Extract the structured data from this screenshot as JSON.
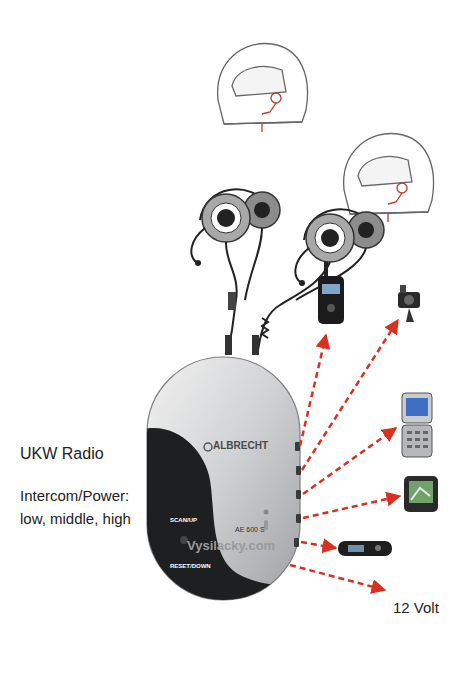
{
  "diagram": {
    "nodes": [
      {
        "text": [
          "ALBRECHT",
          "AE 600 S",
          "SCAN/UP",
          "RESET/DOWN",
          "Vysilacky.com"
        ]
      }
    ],
    "labels": [
      "UKW Radio",
      "Intercom/Power: low, middle, high",
      "12 Volt"
    ]
  }
}
